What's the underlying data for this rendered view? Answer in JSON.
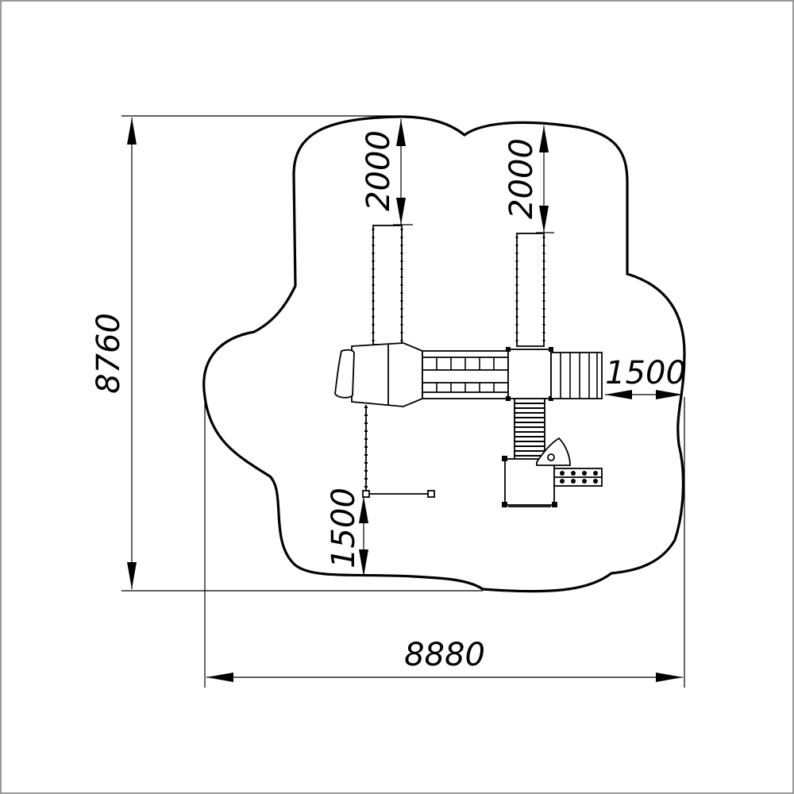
{
  "drawing": {
    "title": "",
    "units": "",
    "dimensions": {
      "overall_width": "8880",
      "overall_height": "8760",
      "top_left_clearance": "2000",
      "top_right_clearance": "2000",
      "right_clearance": "1500",
      "bottom_clearance": "1500"
    }
  },
  "colors": {
    "line": "#000000",
    "background": "#ffffff"
  }
}
